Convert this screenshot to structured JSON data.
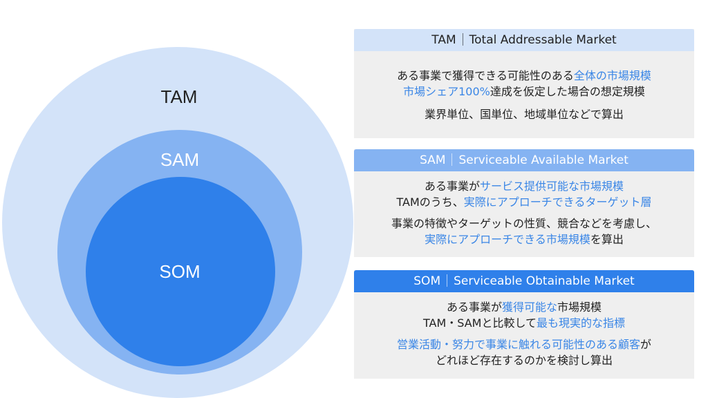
{
  "diagram": {
    "colors": {
      "tam": "#d3e3f9",
      "sam": "#85b3f2",
      "som": "#2f80ea",
      "highlight": "#3a86e6"
    },
    "circles": {
      "tam": "TAM",
      "sam": "SAM",
      "som": "SOM"
    }
  },
  "cards": {
    "tam": {
      "abbr": "TAM",
      "full": "Total Addressable Market",
      "p1": [
        [
          {
            "t": "ある事業で獲得できる可能性のある"
          },
          {
            "t": "全体の市場規模",
            "hl": true
          }
        ],
        [
          {
            "t": "市場シェア100%",
            "hl": true
          },
          {
            "t": "達成を仮定した場合の想定規模"
          }
        ]
      ],
      "p2": [
        [
          {
            "t": "業界単位、国単位、地域単位などで算出"
          }
        ]
      ]
    },
    "sam": {
      "abbr": "SAM",
      "full": "Serviceable Available Market",
      "p1": [
        [
          {
            "t": "ある事業が"
          },
          {
            "t": "サービス提供可能な市場規模",
            "hl": true
          }
        ],
        [
          {
            "t": "TAMのうち、"
          },
          {
            "t": "実際にアプローチできるターゲット層",
            "hl": true
          }
        ]
      ],
      "p2": [
        [
          {
            "t": "事業の特徴やターゲットの性質、競合などを考慮し、"
          }
        ],
        [
          {
            "t": "実際にアプローチできる市場規模",
            "hl": true
          },
          {
            "t": "を算出"
          }
        ]
      ]
    },
    "som": {
      "abbr": "SOM",
      "full": "Serviceable Obtainable Market",
      "p1": [
        [
          {
            "t": "ある事業が"
          },
          {
            "t": "獲得可能な",
            "hl": true
          },
          {
            "t": "市場規模"
          }
        ],
        [
          {
            "t": "TAM・SAMと比較して"
          },
          {
            "t": "最も現実的な指標",
            "hl": true
          }
        ]
      ],
      "p2": [
        [
          {
            "t": "営業活動・努力で事業に触れる可能性のある顧客",
            "hl": true
          },
          {
            "t": "が"
          }
        ],
        [
          {
            "t": "どれほど存在するのかを検討し算出"
          }
        ]
      ]
    }
  }
}
